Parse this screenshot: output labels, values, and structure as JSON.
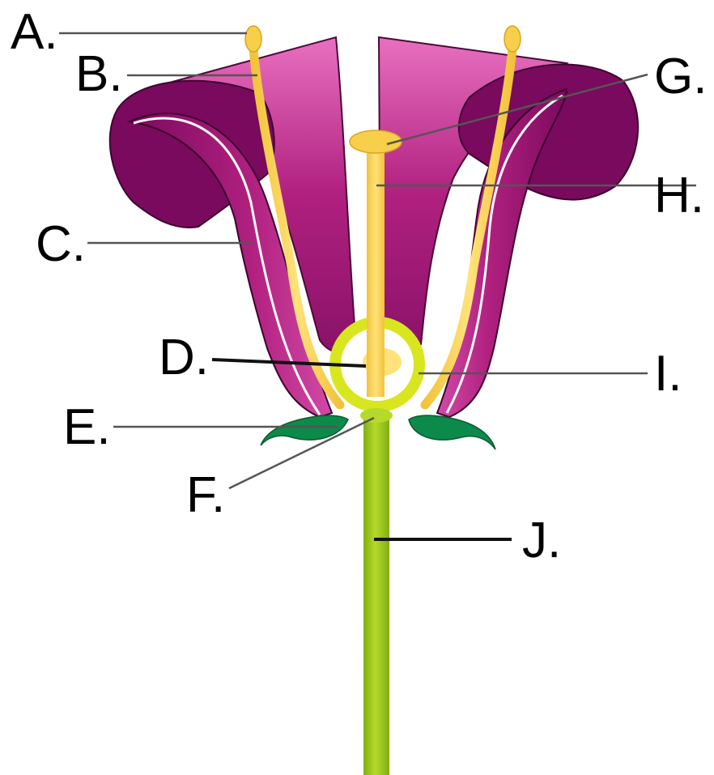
{
  "labels": {
    "a": "A.",
    "b": "B.",
    "c": "C.",
    "d": "D.",
    "e": "E.",
    "f": "F.",
    "g": "G.",
    "h": "H.",
    "i": "I.",
    "j": "J."
  },
  "colors": {
    "petal_dark": "#7a0a5e",
    "petal_mid": "#b0207f",
    "petal_light": "#e870c0",
    "stamen": "#f7cf4a",
    "stamen_light": "#ffe27a",
    "ovary_ring": "#d8e61f",
    "sepal": "#0c8a4a",
    "stem": "#8fbf1a",
    "stem_light": "#b5d92c"
  }
}
